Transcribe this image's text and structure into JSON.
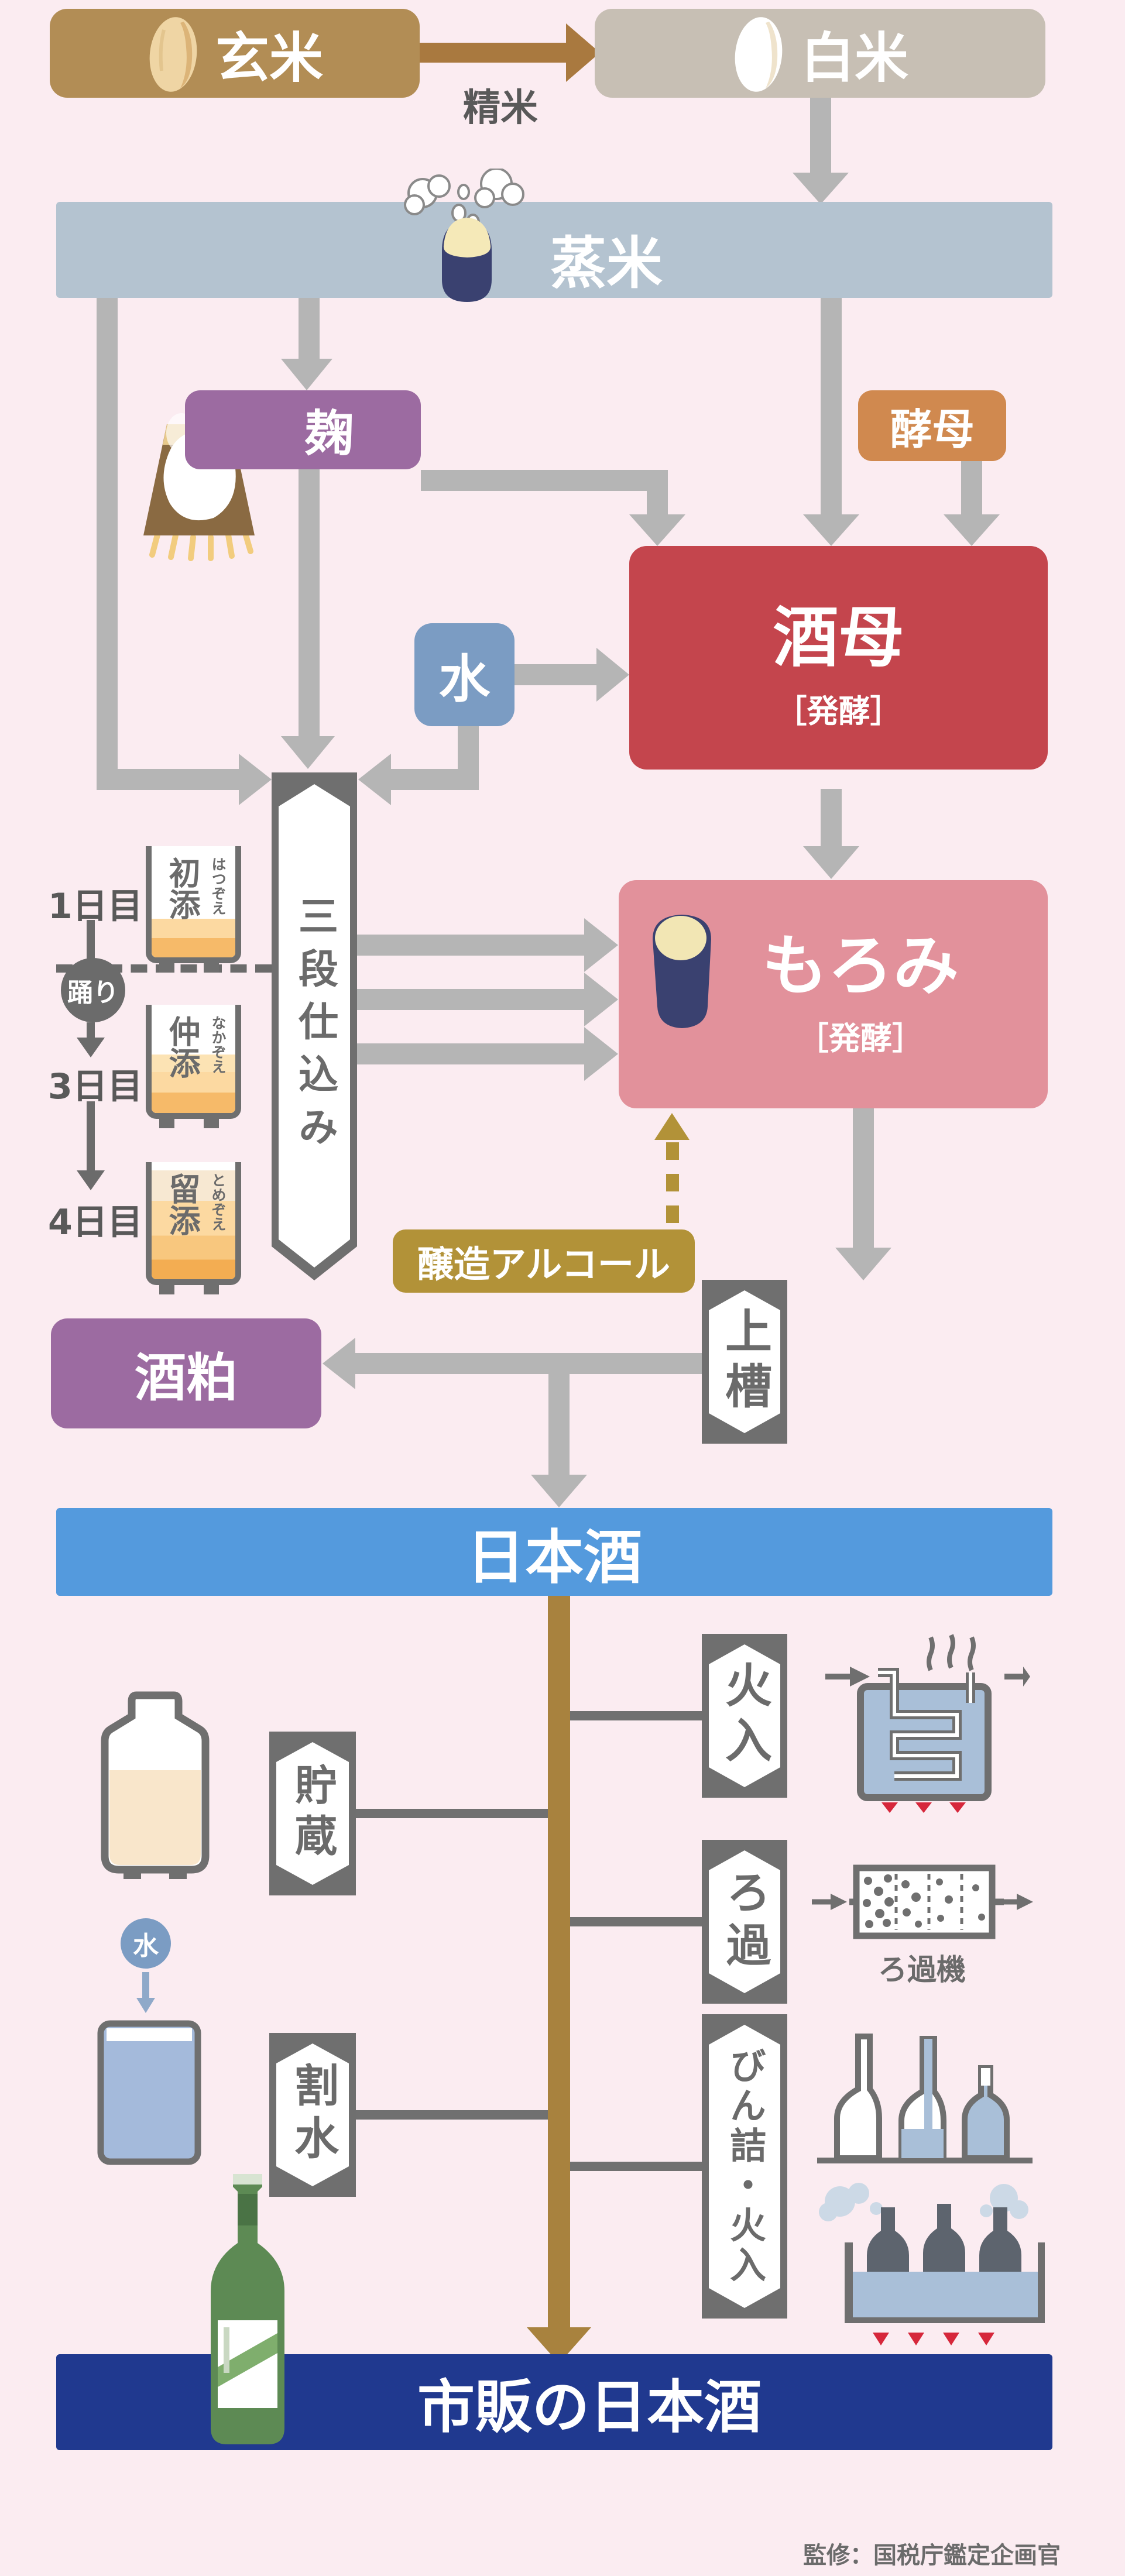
{
  "palette": {
    "background": "#fbecf1",
    "brown_box": "#b28d55",
    "beige_box": "#c7bfb4",
    "steam_bar": "#b4c3d0",
    "purple_box": "#9c6ba1",
    "orange_box": "#d0894f",
    "red_box": "#c4454d",
    "water_blue": "#7b9cc3",
    "salmon_box": "#e2919b",
    "gold_box": "#b29238",
    "sake_blue_bar": "#549add",
    "navy_bar": "#20398f",
    "gray_arrow": "#b5b5b5",
    "dark_gray": "#6f6f6f",
    "main_flow_brown": "#a8823e",
    "tank_liquid_orange": "#f6ba69",
    "flame_red": "#d6273b"
  },
  "nodes": {
    "genmai": {
      "label": "玄米"
    },
    "seimai": {
      "label": "精米"
    },
    "hakumai": {
      "label": "白米"
    },
    "mushimai": {
      "label": "蒸米"
    },
    "koji": {
      "label": "麹"
    },
    "kobo": {
      "label": "酵母"
    },
    "shubo": {
      "label": "酒母",
      "sub": "［発酵］"
    },
    "mizu": {
      "label": "水"
    },
    "sandan": {
      "label": "三段仕込み"
    },
    "odori": {
      "label": "踊り"
    },
    "stages": [
      {
        "day": "1日目",
        "label": "初添",
        "furigana": "はつぞえ"
      },
      {
        "day": "3日目",
        "label": "仲添",
        "furigana": "なかぞえ"
      },
      {
        "day": "4日目",
        "label": "留添",
        "furigana": "とめぞえ"
      }
    ],
    "moromi": {
      "label": "もろみ",
      "sub": "［発酵］"
    },
    "jozo_alcohol": {
      "label": "醸造アルコール"
    },
    "joso": {
      "label": "上槽"
    },
    "sakekasu": {
      "label": "酒粕"
    },
    "nihonshu": {
      "label": "日本酒"
    },
    "hiire": {
      "label": "火入"
    },
    "chozo": {
      "label": "貯蔵"
    },
    "roka": {
      "label": "ろ過"
    },
    "roka_machine": {
      "label": "ろ過機"
    },
    "warimizu": {
      "label": "割水"
    },
    "warimizu_water": {
      "label": "水"
    },
    "binzume": {
      "label": "びん詰・火入"
    },
    "shihan": {
      "label": "市販の日本酒"
    }
  },
  "footer": {
    "credit": "監修：国税庁鑑定企画官"
  }
}
